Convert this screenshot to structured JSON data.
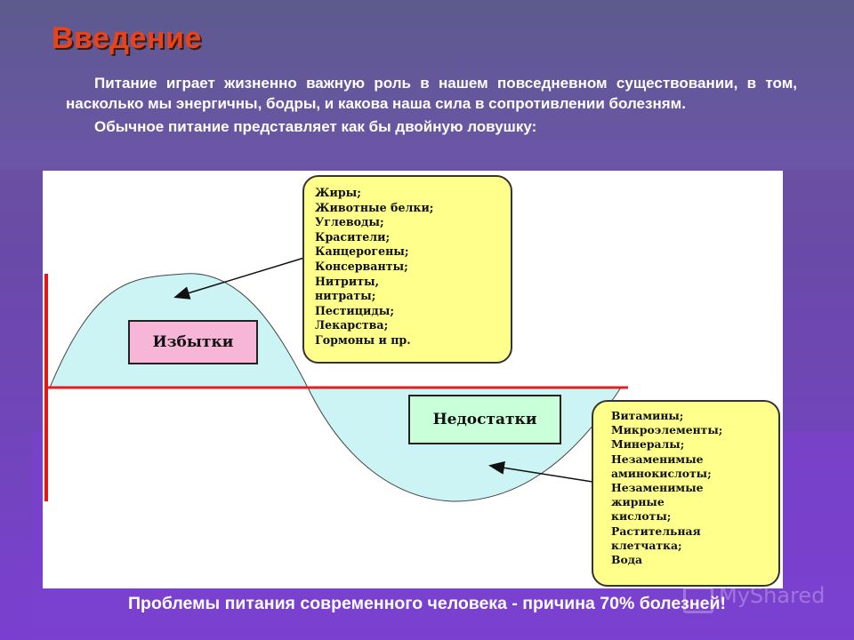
{
  "slide": {
    "title": "Введение",
    "intro_paragraph": "Питание играет жизненно важную роль в нашем повседневном существовании, в том, насколько мы энергичны, бодры, и какова наша сила в сопротивлении болезням.",
    "trap_sentence": "Обычное питание представляет как бы двойную ловушку:",
    "footer": "Проблемы питания современного человека - причина 70% болезней!"
  },
  "diagram": {
    "excess_label": "Избытки",
    "deficit_label": "Недостатки",
    "excess_items": [
      "Жиры;",
      "Животные белки;",
      "Углеводы;",
      "Красители;",
      "Канцерогены;",
      "Консерванты;",
      "Нитриты,",
      "нитраты;",
      "Пестициды;",
      "Лекарства;",
      "Гормоны и пр."
    ],
    "deficit_items": [
      "Витамины;",
      "Микроэлементы;",
      "Минералы;",
      "Незаменимые",
      "аминокислоты;",
      "Незаменимые",
      "жирные",
      "кислоты;",
      "Растительная",
      "клетчатка;",
      "Вода"
    ],
    "colors": {
      "wave_fill": "#ccf4f4",
      "axis_red": "#e01818",
      "axis_line": "#e02020",
      "callout_fill": "#ffff8c",
      "excess_fill": "#f7b6d8",
      "deficit_fill": "#c9ffd9"
    }
  },
  "watermark": {
    "text": "MyShared",
    "icon": "presentation-screen-icon"
  }
}
